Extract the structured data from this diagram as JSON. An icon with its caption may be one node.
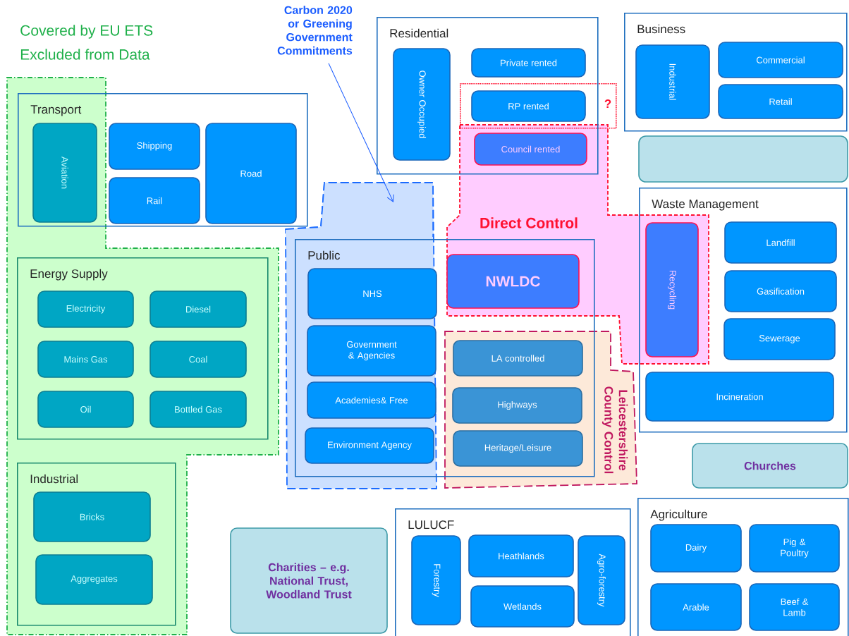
{
  "diagram": {
    "nodes": [
      {
        "text": [
          "Carbon 2020 or Greening Government Commitments"
        ]
      },
      {
        "text": [
          "Residential"
        ]
      },
      {
        "text": [
          "Owner Occupied"
        ],
        "in": 1
      },
      {
        "text": [
          "Private rented"
        ],
        "in": 1
      },
      {
        "text": [
          "?"
        ]
      },
      {
        "text": [
          "RP rented"
        ],
        "in": 4
      },
      {
        "text": [
          "Council rented"
        ]
      },
      {
        "text": [
          "Business"
        ]
      },
      {
        "text": [
          "Industrial"
        ],
        "in": 7
      },
      {
        "text": [
          "Commercial"
        ],
        "in": 7
      },
      {
        "text": [
          "Retail"
        ],
        "in": 7
      },
      {
        "text": [],
        "shape": "box"
      },
      {
        "text": [
          "Transport"
        ]
      },
      {
        "text": [
          "Aviation"
        ],
        "in": 12
      },
      {
        "text": [
          "Shipping"
        ],
        "in": 12
      },
      {
        "text": [
          "Rail"
        ],
        "in": 12
      },
      {
        "text": [
          "Road"
        ],
        "in": 12
      },
      {
        "text": [],
        "shape": "box"
      },
      {
        "text": [
          "Direct Control"
        ]
      },
      {
        "text": [
          "Waste Management"
        ]
      },
      {
        "text": [
          "Recycling"
        ]
      },
      {
        "text": [
          "Landfill"
        ],
        "in": 19
      },
      {
        "text": [
          "Gasification"
        ],
        "in": 19
      },
      {
        "text": [
          "Sewerage"
        ],
        "in": 19
      },
      {
        "text": [
          "Energy Supply"
        ]
      },
      {
        "text": [
          "Electricity"
        ],
        "in": 24
      },
      {
        "text": [
          "Diesel"
        ],
        "in": 24
      },
      {
        "text": [
          "Mains Gas"
        ],
        "in": 24
      },
      {
        "text": [
          "Coal"
        ],
        "in": 24
      },
      {
        "text": [
          "Oil"
        ],
        "in": 24
      },
      {
        "text": [
          "Bottled Gas"
        ],
        "in": 24
      },
      {
        "text": [
          "Public"
        ]
      },
      {
        "text": [
          "NHS"
        ],
        "in": 31
      },
      {
        "text": [
          "Government & Agencies"
        ],
        "in": 31
      },
      {
        "text": [
          "Academies& Free"
        ],
        "in": 31
      },
      {
        "text": [
          "Environment Agency"
        ],
        "in": 31
      },
      {
        "text": [
          "NWLDC"
        ]
      },
      {
        "text": [
          "Leicestershire County Control"
        ]
      },
      {
        "text": [
          "LA controlled"
        ]
      },
      {
        "text": [
          "Highways"
        ]
      },
      {
        "text": [
          "Heritage/Leisure"
        ]
      },
      {
        "text": [
          "Incineration"
        ],
        "in": 19
      },
      {
        "text": [
          "Churches"
        ]
      },
      {
        "text": [
          "Industrial"
        ]
      },
      {
        "text": [
          "Bricks"
        ],
        "in": 43
      },
      {
        "text": [
          "Aggregates"
        ],
        "in": 43
      },
      {
        "text": [
          "Charities – e.g. National Trust, Woodland Trust"
        ]
      },
      {
        "text": [
          "LULUCF"
        ]
      },
      {
        "text": [
          "Forestry"
        ],
        "in": 47
      },
      {
        "text": [
          "Heathlands"
        ],
        "in": 47
      },
      {
        "text": [
          "Wetlands"
        ],
        "in": 47
      },
      {
        "text": [
          "Agro-forestry"
        ],
        "in": 47
      },
      {
        "text": [
          "Agriculture"
        ]
      },
      {
        "text": [
          "Dairy"
        ],
        "in": 52
      },
      {
        "text": [
          "Pig & Poultry"
        ],
        "in": 52
      },
      {
        "text": [
          "Arable"
        ],
        "in": 52
      },
      {
        "text": [
          "Beef & Lamb"
        ],
        "in": 52
      }
    ],
    "edges": [
      {
        "from": 0,
        "to": 17,
        "arrow": "to"
      }
    ],
    "labels": [
      "Covered by EU ETS",
      "Excluded from Data"
    ]
  }
}
